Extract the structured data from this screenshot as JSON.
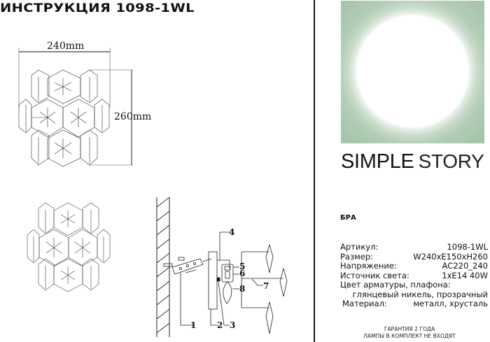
{
  "header": {
    "title": "ИНСТРУКЦИЯ 1098-1WL"
  },
  "brand": {
    "name_bold": "SIMPLE",
    "name_light": "STORY",
    "logo_colors": {
      "outer": "#a3c2a6",
      "inner": "#ffffff"
    }
  },
  "drawing": {
    "width_label": "240mm",
    "height_label": "260mm",
    "parts": [
      "1",
      "2",
      "3",
      "4",
      "5",
      "6",
      "7",
      "8"
    ]
  },
  "product": {
    "type": "БРА",
    "specs": [
      {
        "label": "Артикул:",
        "value": "1098-1WL"
      },
      {
        "label": "Размер:",
        "value": "W240xE150xH260"
      },
      {
        "label": "Напряжение:",
        "value": "AC220_240"
      },
      {
        "label": "Источник света:",
        "value": "1xE14 40W"
      }
    ],
    "color_label": "Цвет арматуры, плафона:",
    "color_value": "глянцевый никель, прозрачный",
    "material_label": "Материал:",
    "material_value": "металл, хрусталь"
  },
  "footer": {
    "warranty": "ГАРАНТИЯ 2 ГОДА",
    "lamps_note": "ЛАМПЫ В КОМПЛЕКТ НЕ ВХОДЯТ"
  }
}
